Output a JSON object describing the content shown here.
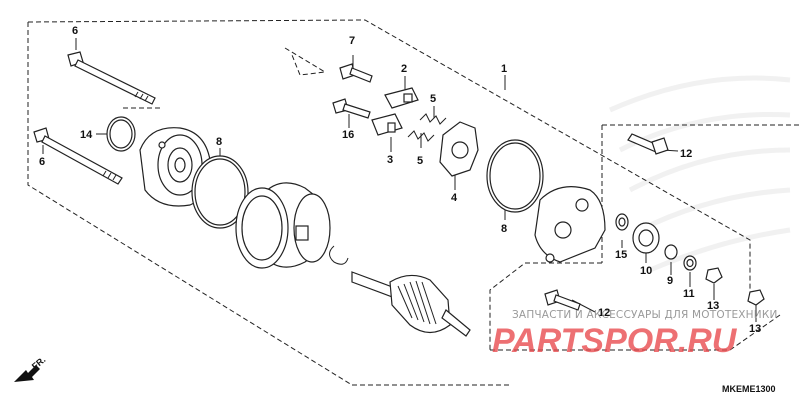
{
  "callouts": {
    "c1": "1",
    "c2": "2",
    "c3": "3",
    "c4": "4",
    "c5a": "5",
    "c5b": "5",
    "c6a": "6",
    "c6b": "6",
    "c7": "7",
    "c8a": "8",
    "c8b": "8",
    "c9": "9",
    "c10": "10",
    "c11": "11",
    "c12a": "12",
    "c12b": "12",
    "c13a": "13",
    "c13b": "13",
    "c14": "14",
    "c15": "15",
    "c16": "16"
  },
  "watermark": {
    "caption": "ЗАПЧАСТИ И АКСЕССУАРЫ ДЛЯ МОТОТЕХНИКИ",
    "logo": "PARTSPOR.RU",
    "logo_color": "#e9494c"
  },
  "direction": {
    "label": "FR."
  },
  "diagram_code": "MKEME1300"
}
